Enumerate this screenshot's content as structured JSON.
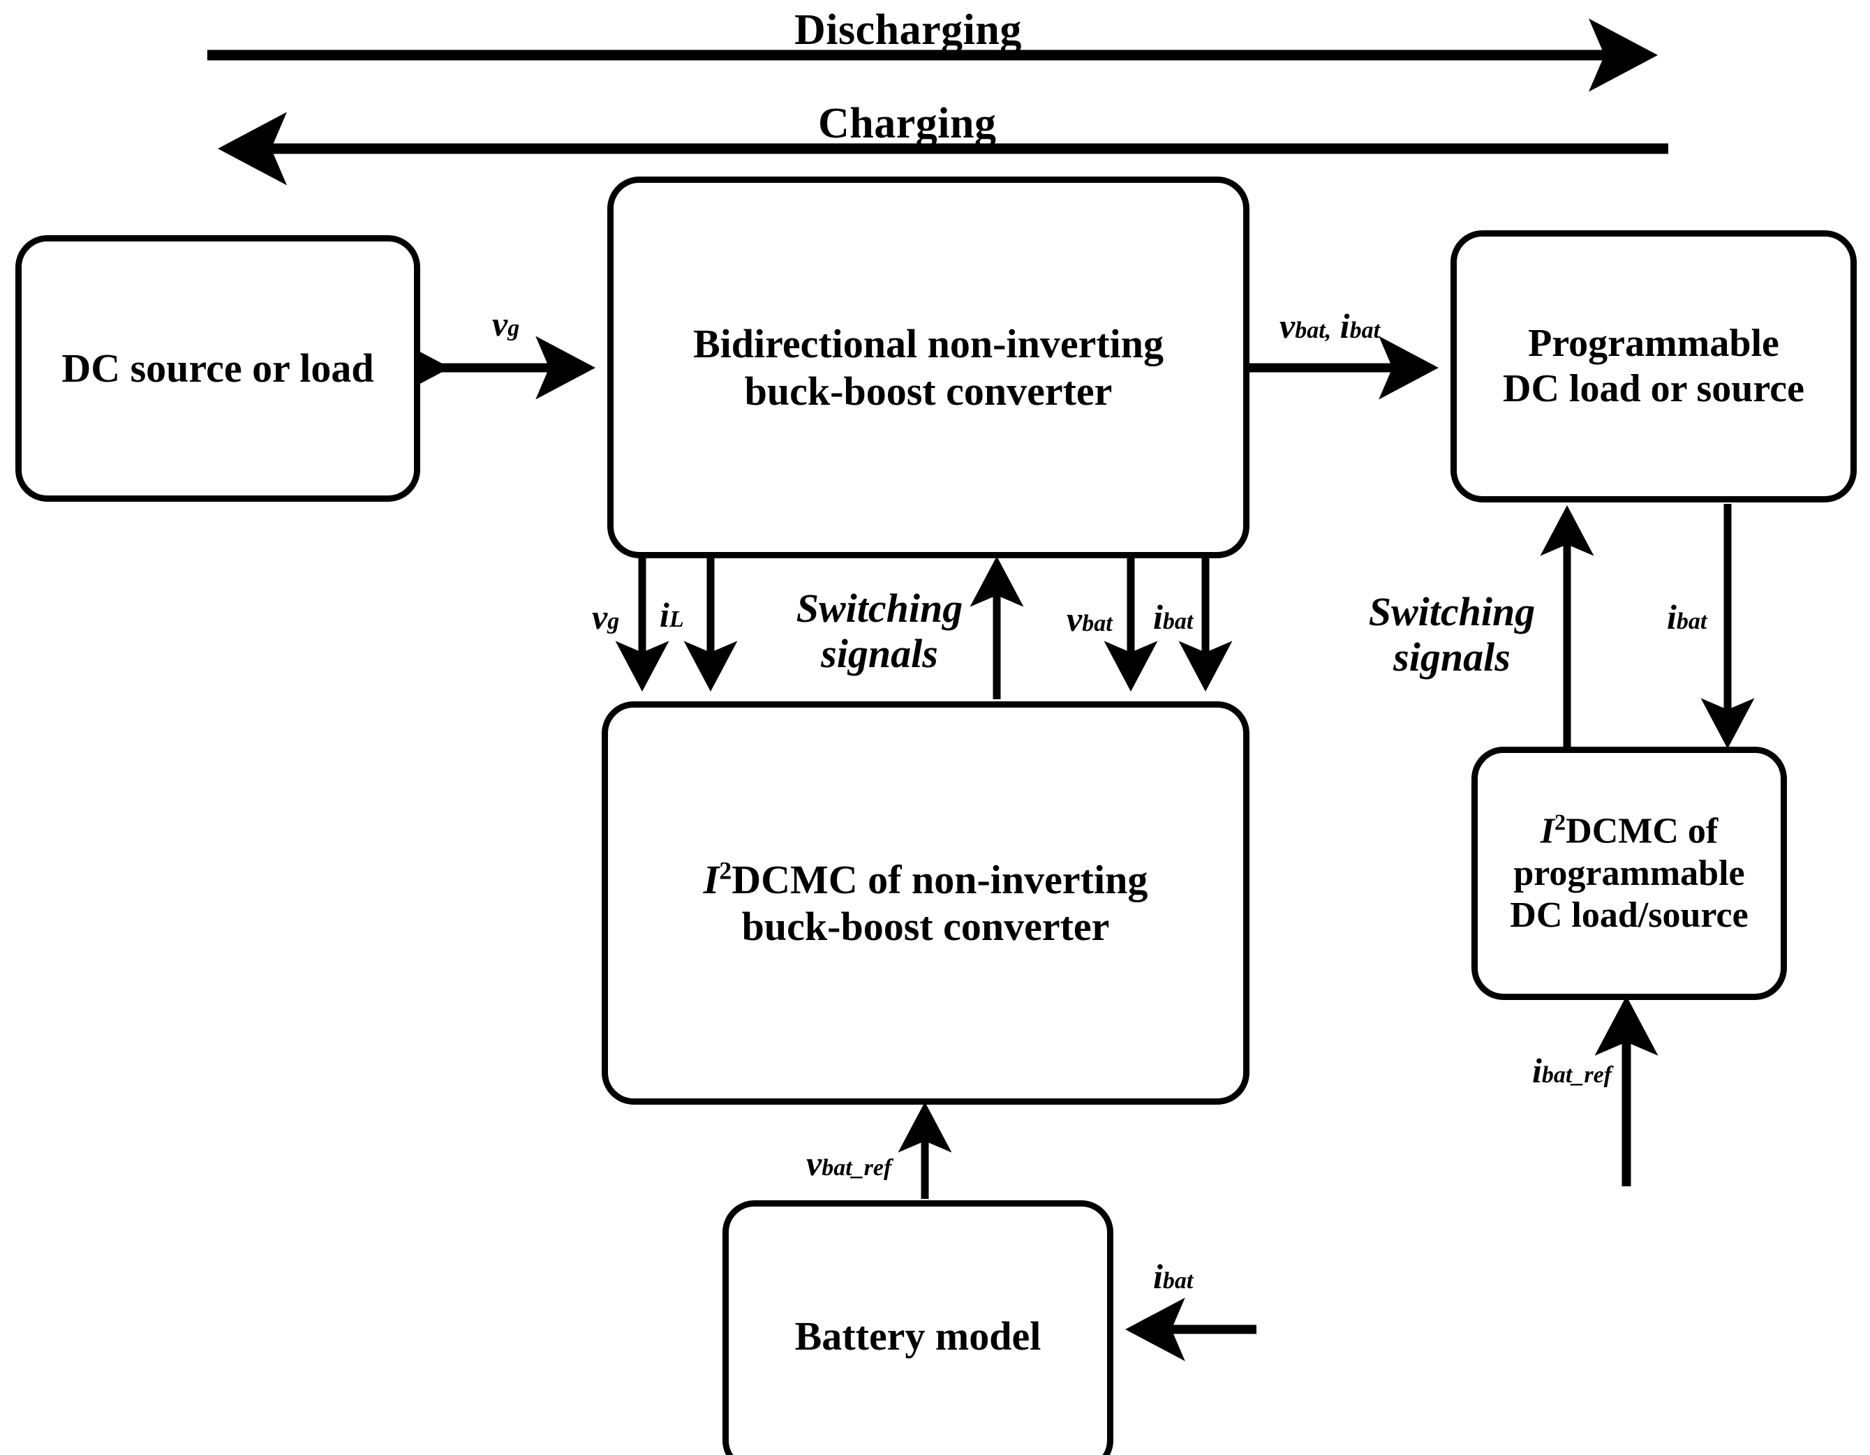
{
  "diagram": {
    "title_flows": [
      {
        "id": "discharging",
        "label": "Discharging",
        "direction": "right"
      },
      {
        "id": "charging",
        "label": "Charging",
        "direction": "left"
      }
    ],
    "blocks": [
      {
        "id": "dc-source-or-load",
        "lines": [
          "DC source or load"
        ]
      },
      {
        "id": "bidirectional-converter",
        "lines": [
          "Bidirectional non-inverting",
          "buck-boost converter"
        ]
      },
      {
        "id": "programmable-dc-load-or-source",
        "lines": [
          "Programmable",
          "DC load or source"
        ]
      },
      {
        "id": "i2dcmc-converter",
        "lines": [
          "DCMC of non-inverting",
          "buck-boost converter"
        ],
        "prefix": "I",
        "superscript": "2"
      },
      {
        "id": "i2dcmc-programmable",
        "lines": [
          "DCMC of",
          "programmable",
          "DC load/source"
        ],
        "prefix": "I",
        "superscript": "2"
      },
      {
        "id": "battery-model",
        "lines": [
          "Battery model"
        ]
      }
    ],
    "signals": {
      "vg_bus": {
        "base": "v",
        "sub": "g"
      },
      "vbat_ibat_bus": {
        "text": "v",
        "sub1": "bat,",
        "text2": "i",
        "sub2": "bat"
      },
      "vg_down": {
        "base": "v",
        "sub": "g"
      },
      "iL_down": {
        "base": "i",
        "sub": "L"
      },
      "switching_signals_left": "Switching signals",
      "switching_signals_right": "Switching signals",
      "vbat_down": {
        "base": "v",
        "sub": "bat"
      },
      "ibat_down": {
        "base": "i",
        "sub": "bat"
      },
      "ibat_right": {
        "base": "i",
        "sub": "bat"
      },
      "vbat_ref": {
        "base": "v",
        "sub": "bat_ref"
      },
      "ibat_battery": {
        "base": "i",
        "sub": "bat"
      },
      "ibat_ref": {
        "base": "i",
        "sub": "bat_ref"
      }
    },
    "colors": {
      "stroke": "#000000",
      "background": "#ffffff"
    }
  }
}
